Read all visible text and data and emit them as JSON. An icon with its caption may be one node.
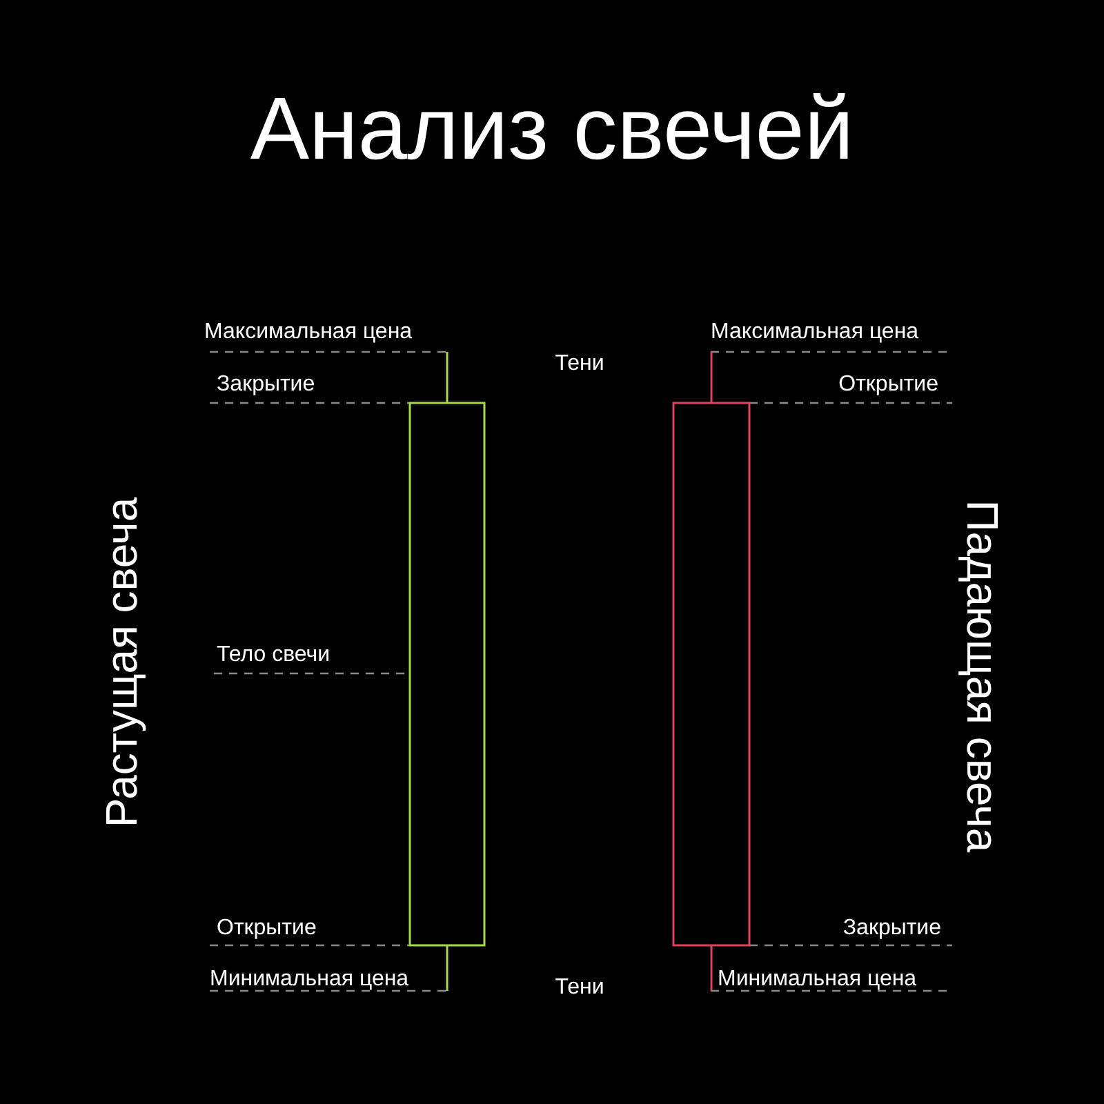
{
  "diagram": {
    "title": "Анализ свечей",
    "labels": [
      "Максимальная цена",
      "Тени",
      "Максимальная цена",
      "Закрытие",
      "Открытие",
      "Растущая свеча",
      "Падающая свеча",
      "Тело свечи",
      "Открытие",
      "Закрытие",
      "Минимальная цена",
      "Тени",
      "Минимальная цена"
    ]
  }
}
